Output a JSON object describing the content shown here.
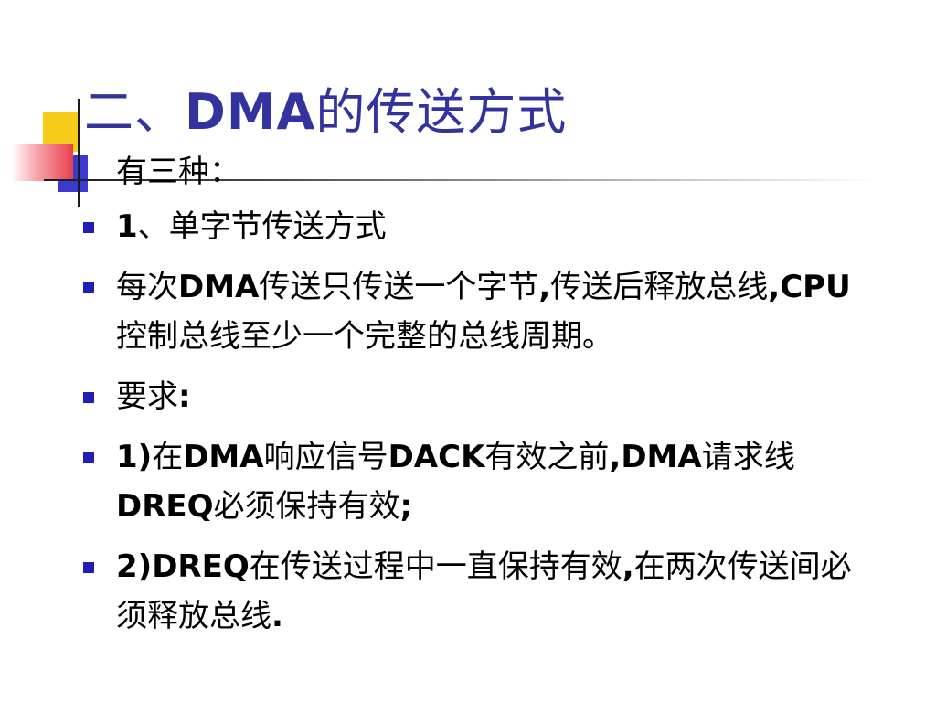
{
  "title": {
    "prefix": "二、",
    "en": "DMA",
    "suffix": "的传送方式"
  },
  "intro": "有三种：",
  "bullets": [
    {
      "parts": [
        {
          "t": "1",
          "b": true
        },
        {
          "t": "、单字节传送方式",
          "b": false
        }
      ]
    },
    {
      "parts": [
        {
          "t": "每次",
          "b": false
        },
        {
          "t": "DMA",
          "b": true
        },
        {
          "t": "传送只传送一个字节",
          "b": false
        },
        {
          "t": ",",
          "b": true
        },
        {
          "t": "传送后释放总线",
          "b": false
        },
        {
          "t": ",CPU",
          "b": true
        },
        {
          "t": "控制总线至少一个完整的总线周期。",
          "b": false
        }
      ]
    },
    {
      "parts": [
        {
          "t": "要求",
          "b": false
        },
        {
          "t": ":",
          "b": true
        }
      ]
    },
    {
      "parts": [
        {
          "t": "1)",
          "b": true
        },
        {
          "t": "在",
          "b": false
        },
        {
          "t": "DMA",
          "b": true
        },
        {
          "t": "响应信号",
          "b": false
        },
        {
          "t": "DACK",
          "b": true
        },
        {
          "t": "有效之前",
          "b": false
        },
        {
          "t": ",DMA",
          "b": true
        },
        {
          "t": "请求线",
          "b": false
        },
        {
          "t": "DREQ",
          "b": true
        },
        {
          "t": "必须保持有效",
          "b": false
        },
        {
          "t": ";",
          "b": true
        }
      ]
    },
    {
      "parts": [
        {
          "t": "2)DREQ",
          "b": true
        },
        {
          "t": "在传送过程中一直保持有效",
          "b": false
        },
        {
          "t": ",",
          "b": true
        },
        {
          "t": "在两次传送间必须释放总线",
          "b": false
        },
        {
          "t": ".",
          "b": true
        }
      ]
    }
  ],
  "colors": {
    "title": "#3333a0",
    "bullet": "#1f1fb8",
    "deco_yellow": "#f7cc1a",
    "deco_blue": "#3a3ad0",
    "deco_red": "#e8404a"
  }
}
